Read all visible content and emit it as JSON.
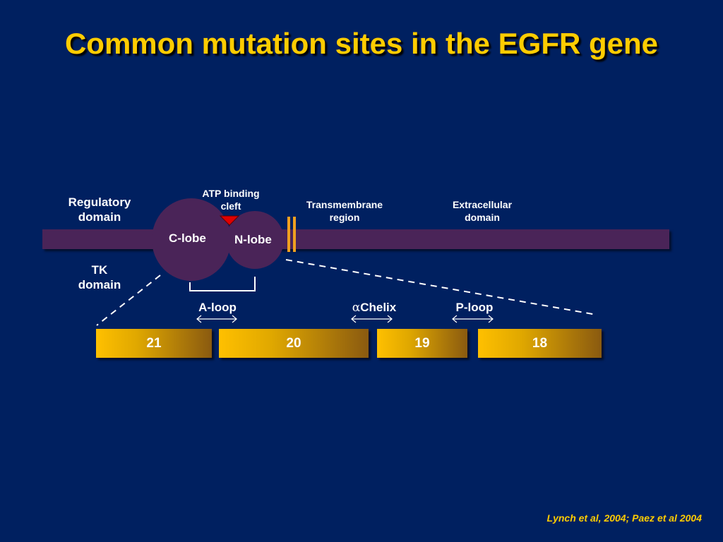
{
  "slide": {
    "title": "Common mutation sites in the EGFR gene",
    "labels": {
      "regulatory": "Regulatory\ndomain",
      "tk": "TK\ndomain",
      "atp": "ATP binding\ncleft",
      "transmembrane": "Transmembrane\nregion",
      "extracellular": "Extracellular\ndomain",
      "c_lobe": "C-lobe",
      "n_lobe": "N-lobe",
      "a_loop": "A-loop",
      "c_helix_prefix": "α",
      "c_helix": "Chelix",
      "p_loop": "P-loop"
    },
    "exons": [
      "21",
      "20",
      "19",
      "18"
    ],
    "citation": "Lynch et al, 2004; Paez et al 2004"
  },
  "colors": {
    "background": "#002060",
    "title": "#FFCC00",
    "protein": "#4A2458",
    "exon_light": "#FFC000",
    "exon_dark": "#8A5A10",
    "transmembrane": "#F0A020",
    "atp_marker": "#E00000"
  }
}
